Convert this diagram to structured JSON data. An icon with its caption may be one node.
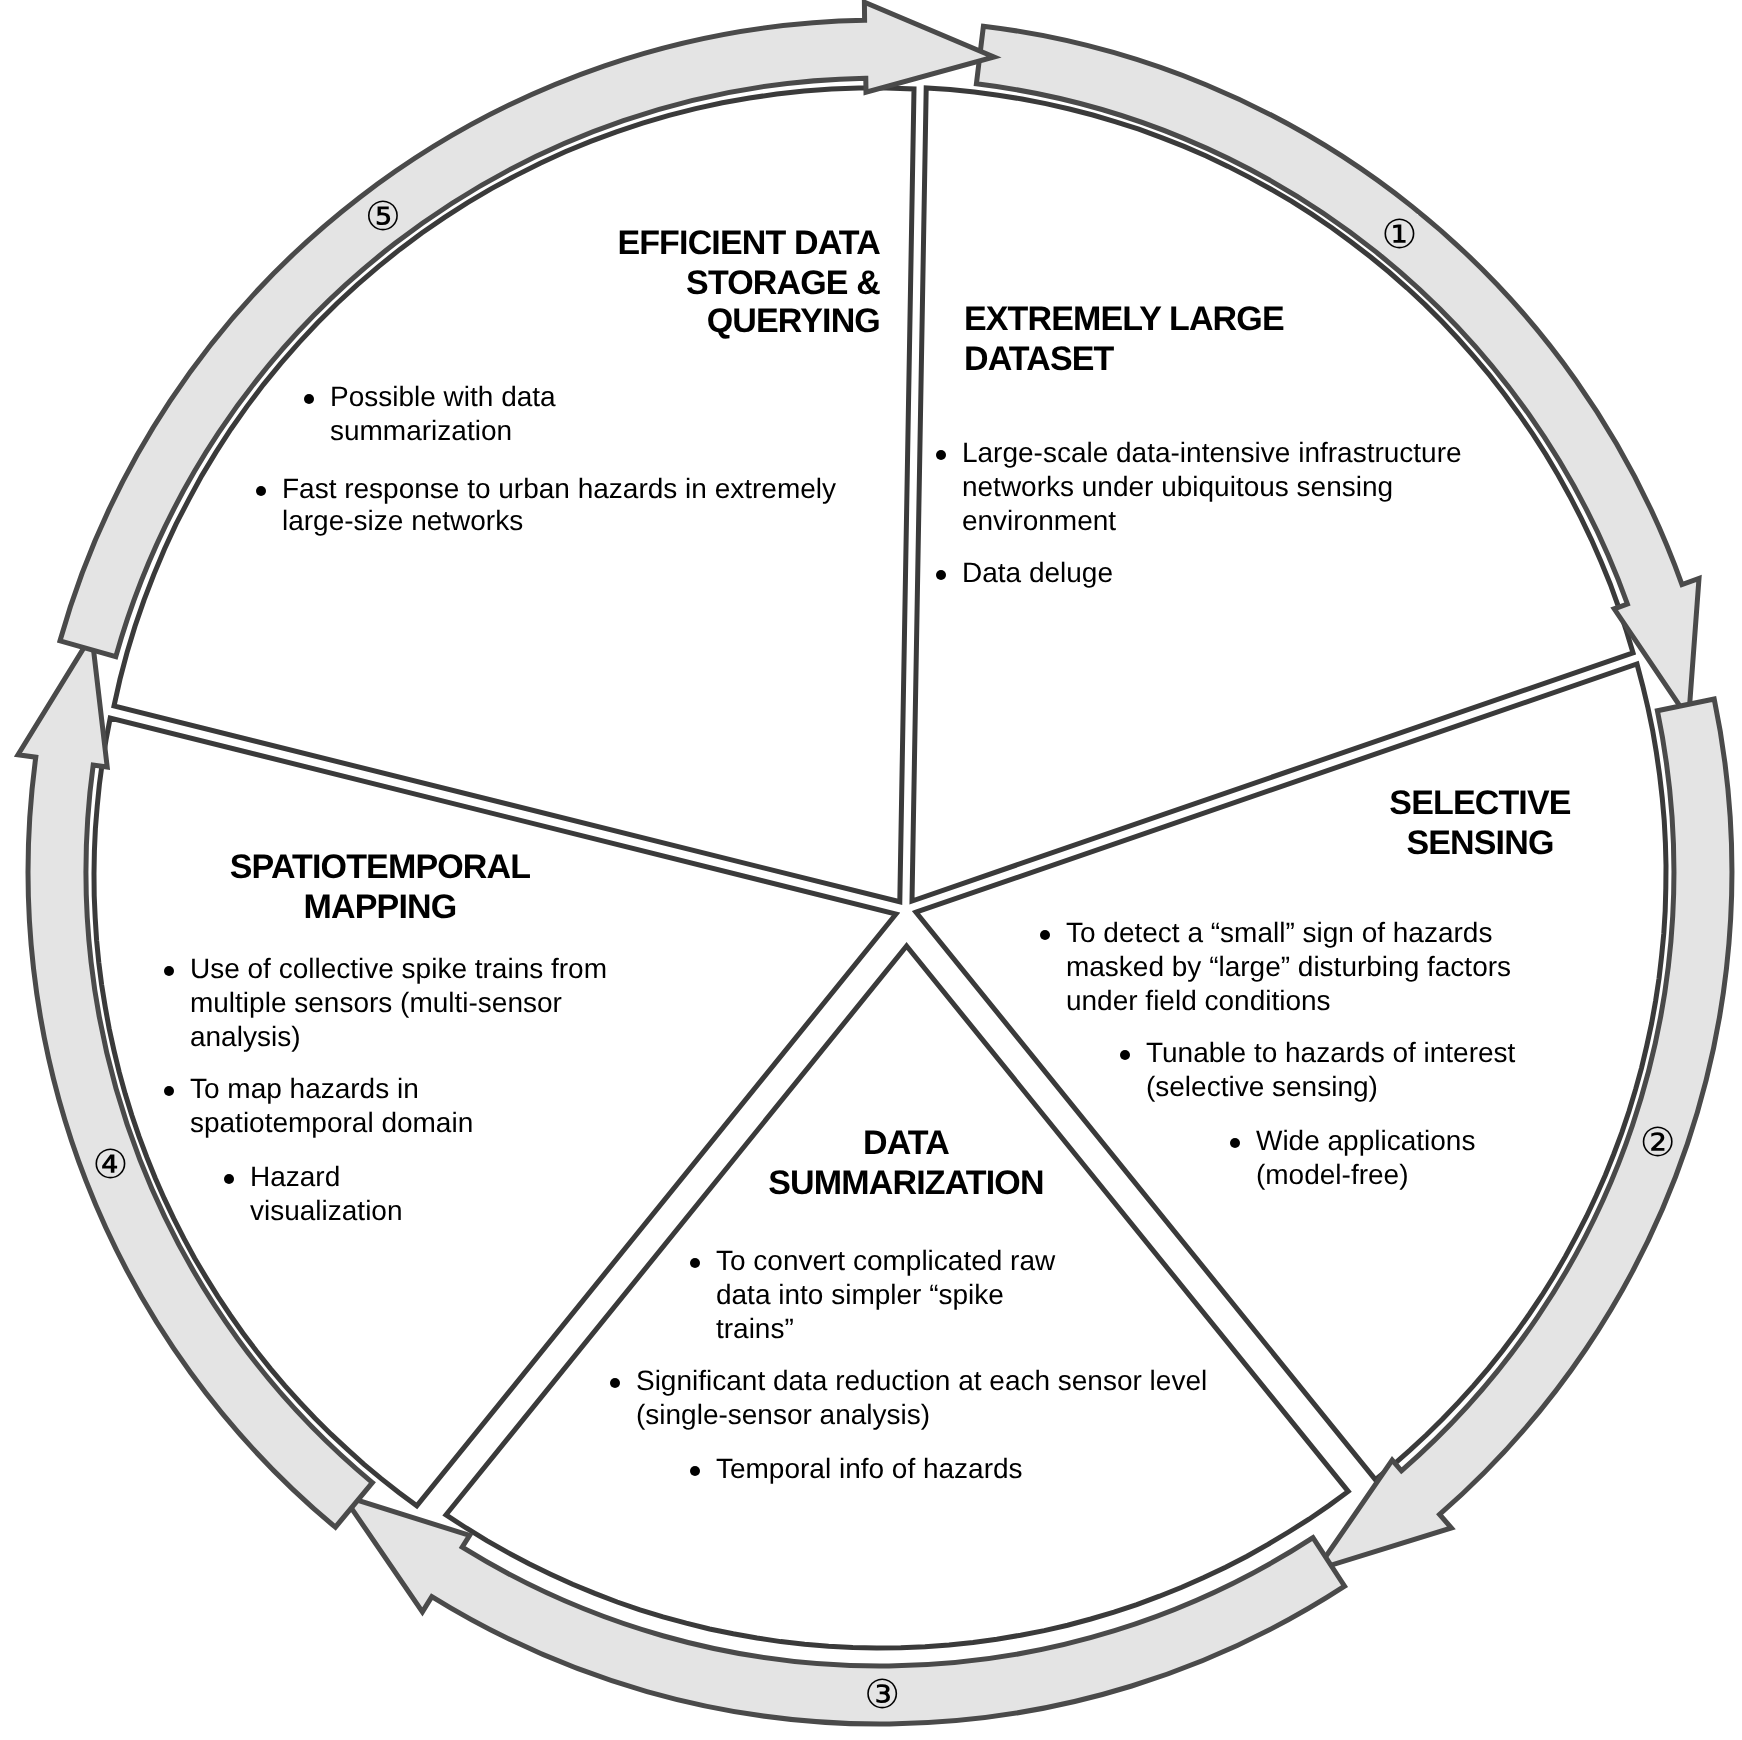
{
  "diagram": {
    "nodes": [
      {
        "text": [
          "EXTREMELY LARGE DATASET",
          "Large-scale data-intensive infrastructure networks under ubiquitous sensing environment",
          "Data deluge"
        ]
      },
      {
        "text": [
          "SELECTIVE SENSING",
          "To detect a “small” sign of hazards masked by “large” disturbing factors under field conditions",
          "Tunable to hazards of interest (selective sensing)",
          "Wide applications (model-free)"
        ]
      },
      {
        "text": [
          "DATA SUMMARIZATION",
          "To convert complicated raw data into simpler “spike trains”",
          "Significant data reduction at each sensor level (single-sensor analysis)",
          "Temporal info of hazards"
        ]
      },
      {
        "text": [
          "SPATIOTEMPORAL MAPPING",
          "Use of collective spike trains from multiple sensors (multi-sensor analysis)",
          "To map hazards in spatiotemporal domain",
          "Hazard visualization"
        ]
      },
      {
        "text": [
          "EFFICIENT DATA STORAGE & QUERYING",
          "Possible with data summarization",
          "Fast response to urban hazards in extremely large-size networks"
        ]
      }
    ],
    "edges": [
      {
        "from": 0,
        "to": 1,
        "arrow": "to",
        "label": "①"
      },
      {
        "from": 1,
        "to": 2,
        "arrow": "to",
        "label": "②"
      },
      {
        "from": 2,
        "to": 3,
        "arrow": "to",
        "label": "③"
      },
      {
        "from": 3,
        "to": 4,
        "arrow": "to",
        "label": "④"
      },
      {
        "from": 4,
        "to": 0,
        "arrow": "to",
        "label": "⑤"
      }
    ]
  }
}
